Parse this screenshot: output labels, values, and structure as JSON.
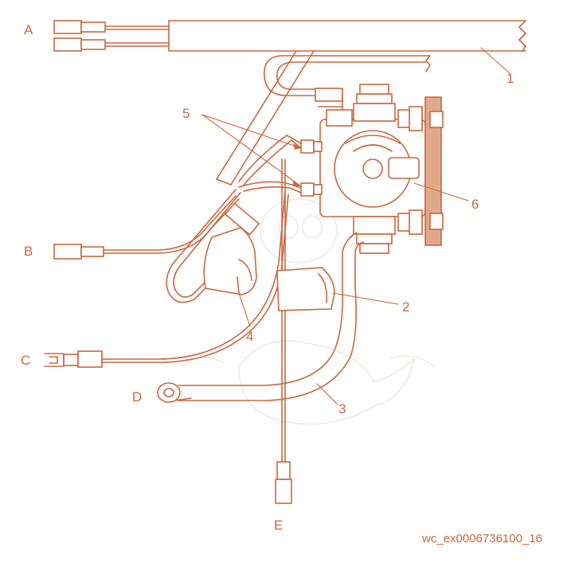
{
  "diagram": {
    "connector_labels": {
      "a": "A",
      "b": "B",
      "c": "C",
      "d": "D",
      "e": "E"
    },
    "part_numbers": {
      "p1": "1",
      "p2": "2",
      "p3": "3",
      "p4": "4",
      "p5": "5",
      "p6": "6"
    },
    "reference_code": "wc_ex0006736100_16",
    "colors": {
      "line": "#c8683f",
      "plate_fill": "#e1a98c",
      "background": "#ffffff"
    }
  }
}
